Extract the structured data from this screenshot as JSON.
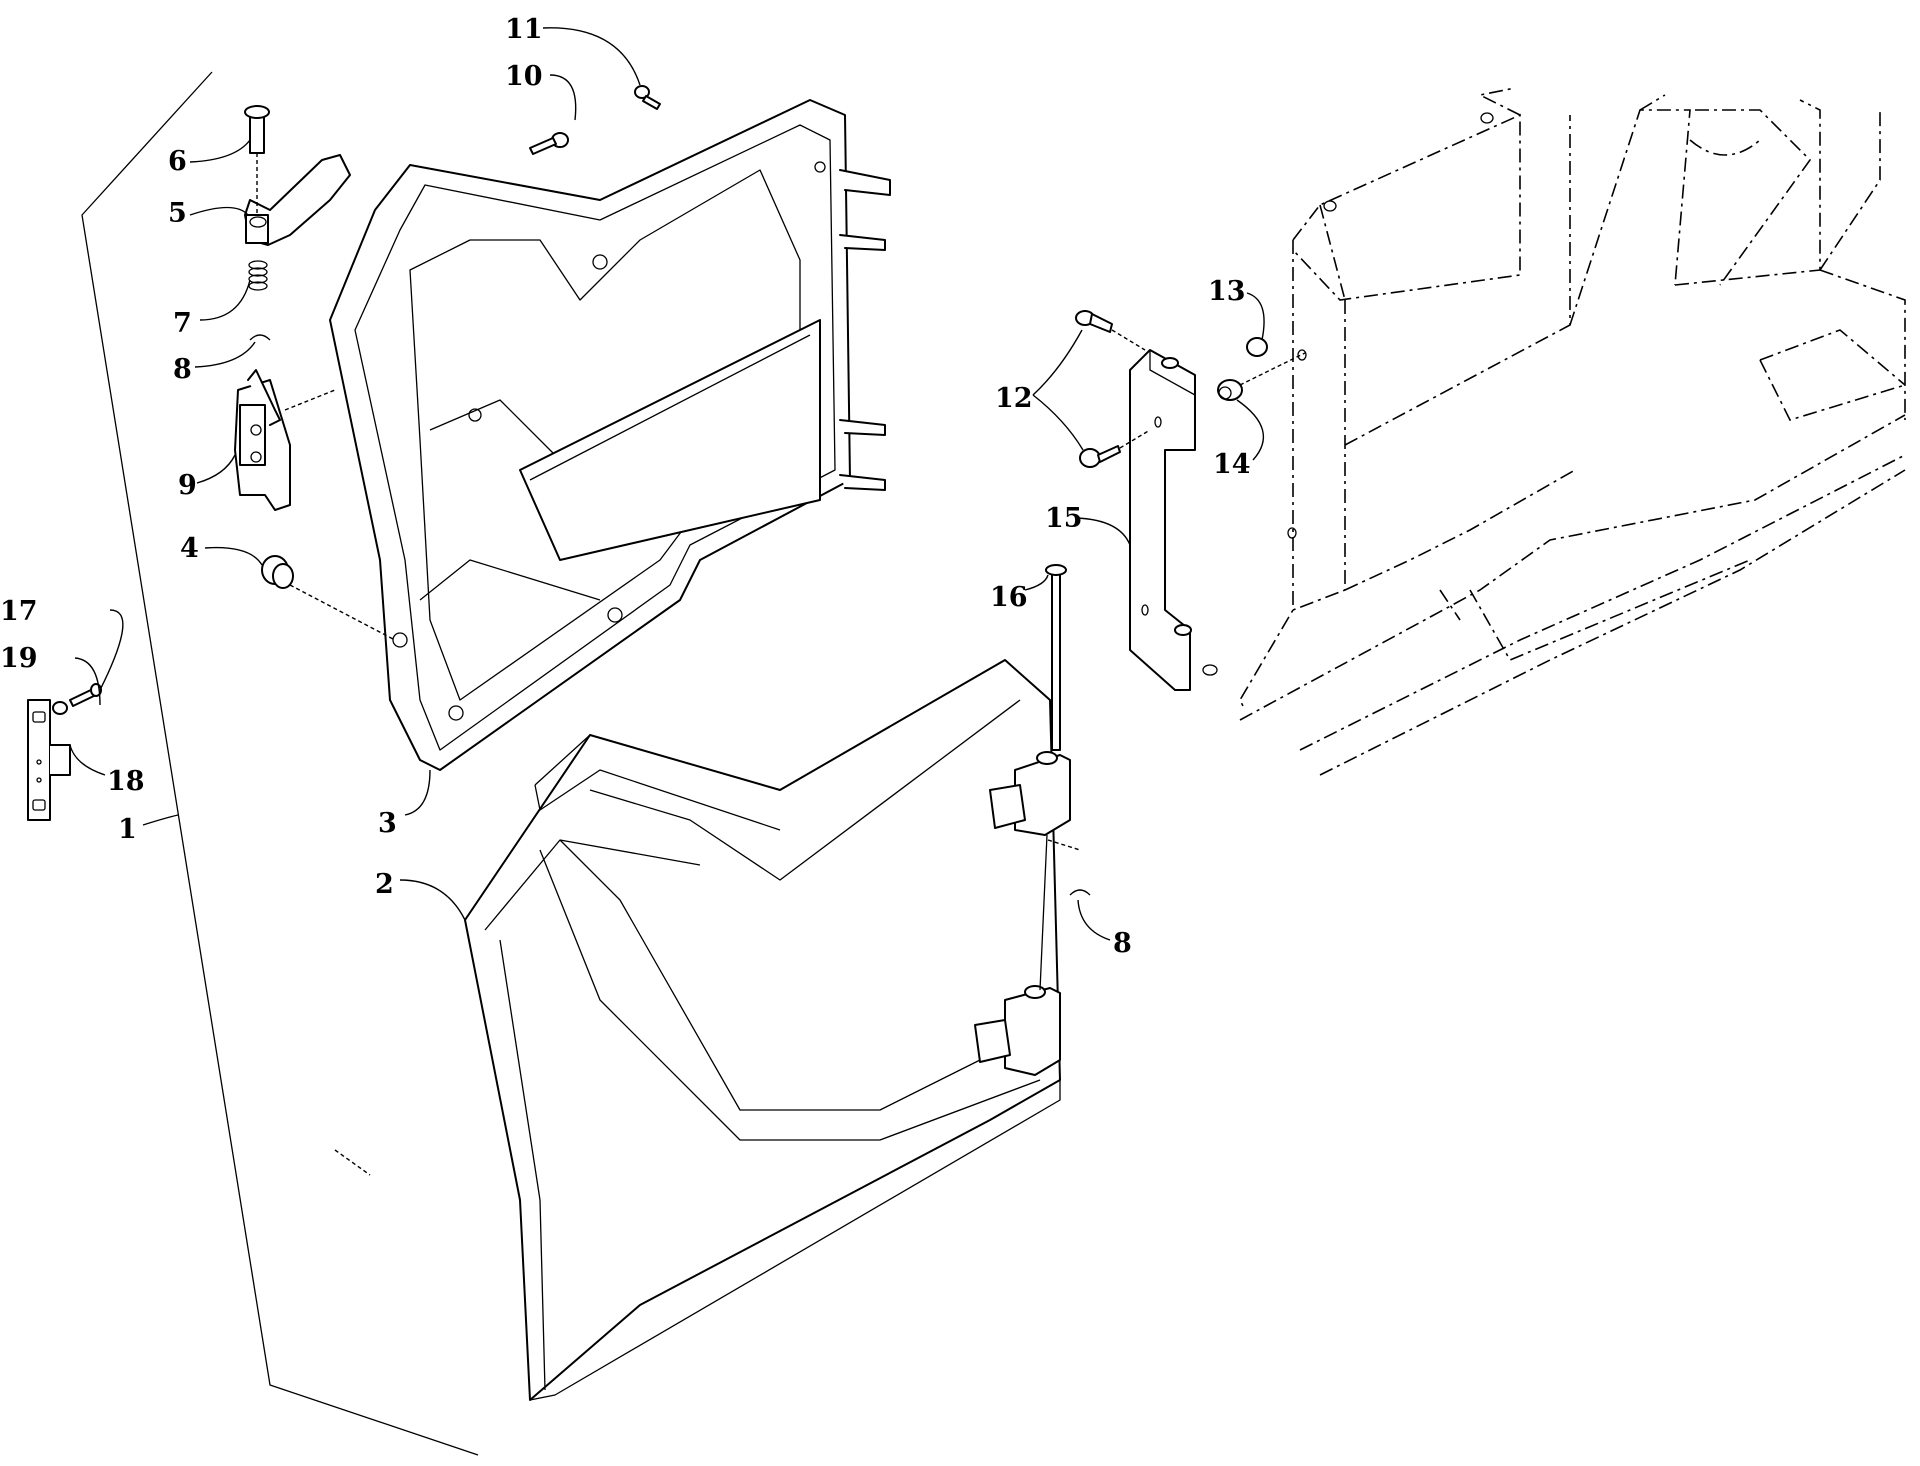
{
  "diagram": {
    "background": "#ffffff",
    "line_color": "#000000",
    "callouts": [
      {
        "id": "c1",
        "label": "1"
      },
      {
        "id": "c2",
        "label": "2"
      },
      {
        "id": "c3",
        "label": "3"
      },
      {
        "id": "c4",
        "label": "4"
      },
      {
        "id": "c5",
        "label": "5"
      },
      {
        "id": "c6",
        "label": "6"
      },
      {
        "id": "c7",
        "label": "7"
      },
      {
        "id": "c8a",
        "label": "8"
      },
      {
        "id": "c8b",
        "label": "8"
      },
      {
        "id": "c9",
        "label": "9"
      },
      {
        "id": "c10",
        "label": "10"
      },
      {
        "id": "c11",
        "label": "11"
      },
      {
        "id": "c12",
        "label": "12"
      },
      {
        "id": "c13",
        "label": "13"
      },
      {
        "id": "c14",
        "label": "14"
      },
      {
        "id": "c15",
        "label": "15"
      },
      {
        "id": "c16",
        "label": "16"
      },
      {
        "id": "c17",
        "label": "17"
      },
      {
        "id": "c18",
        "label": "18"
      },
      {
        "id": "c19",
        "label": "19"
      }
    ]
  }
}
